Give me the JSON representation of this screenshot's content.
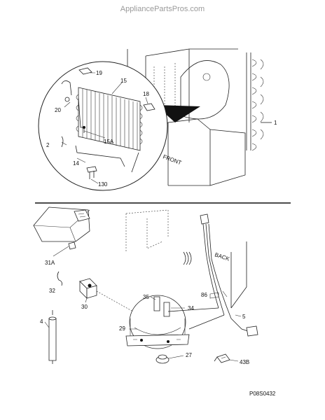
{
  "watermark": "AppliancePartsPros.com",
  "diagram_code": "P08S0432",
  "side_labels": {
    "front": "FRONT",
    "back": "BACK"
  },
  "parts": {
    "p1": "1",
    "p2": "2",
    "p4": "4",
    "p5": "5",
    "p14": "14",
    "p15": "15",
    "p15a": "15A",
    "p18": "18",
    "p19": "19",
    "p20": "20",
    "p27": "27",
    "p29": "29",
    "p30": "30",
    "p31a": "31A",
    "p32": "32",
    "p34": "34",
    "p35": "35",
    "p43b": "43B",
    "p86": "86",
    "p130": "130"
  }
}
